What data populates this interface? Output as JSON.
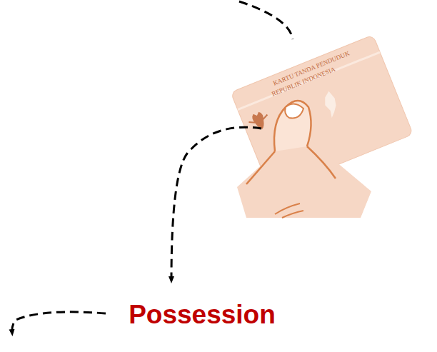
{
  "diagram": {
    "labels": [
      "KARTU TANDA PENDUDUK",
      "REPUBLIK INDONESIA",
      "Possession"
    ]
  }
}
